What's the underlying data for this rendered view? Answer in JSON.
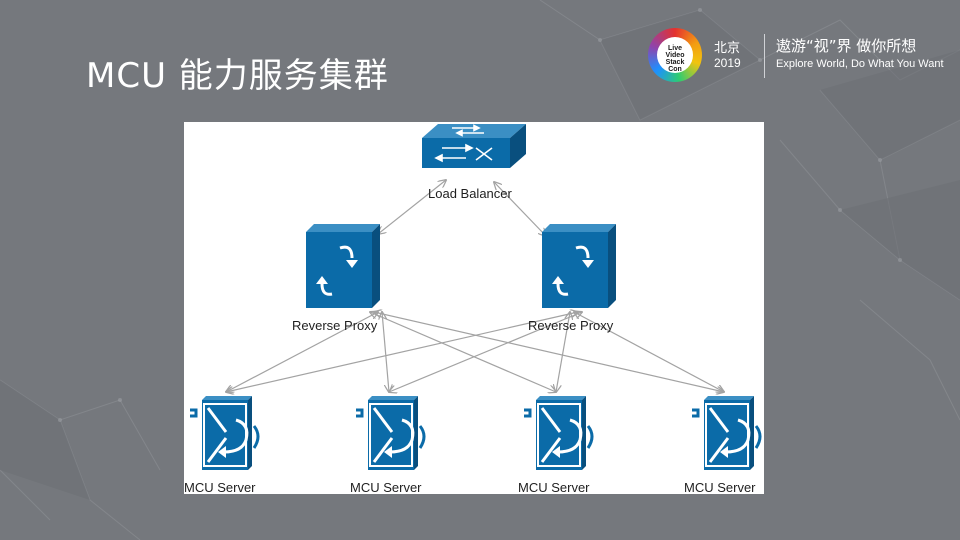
{
  "slide": {
    "title": "MCU 能力服务集群"
  },
  "branding": {
    "logo_text_line1": "Live Video",
    "logo_text_line2": "Stack Con",
    "logo_icon": "livevideo-stackcon-logo",
    "city": "北京",
    "year": "2019",
    "slogan_cn": "遨游“视”界  做你所想",
    "slogan_en": "Explore World, Do What You Want"
  },
  "diagram": {
    "nodes": {
      "load_balancer": {
        "label": "Load Balancer",
        "icon": "switch-icon"
      },
      "proxy_left": {
        "label": "Reverse Proxy",
        "icon": "reverse-proxy-icon"
      },
      "proxy_right": {
        "label": "Reverse Proxy",
        "icon": "reverse-proxy-icon"
      },
      "server_1": {
        "label": "MCU Server",
        "icon": "server-icon"
      },
      "server_2": {
        "label": "MCU Server",
        "icon": "server-icon"
      },
      "server_3": {
        "label": "MCU Server",
        "icon": "server-icon"
      },
      "server_4": {
        "label": "MCU Server",
        "icon": "server-icon"
      }
    },
    "edges": [
      [
        "load_balancer",
        "proxy_left"
      ],
      [
        "load_balancer",
        "proxy_right"
      ],
      [
        "proxy_left",
        "server_1"
      ],
      [
        "proxy_left",
        "server_2"
      ],
      [
        "proxy_left",
        "server_3"
      ],
      [
        "proxy_left",
        "server_4"
      ],
      [
        "proxy_right",
        "server_1"
      ],
      [
        "proxy_right",
        "server_2"
      ],
      [
        "proxy_right",
        "server_3"
      ],
      [
        "proxy_right",
        "server_4"
      ]
    ],
    "colors": {
      "icon_blue": "#0b6ba8",
      "icon_dark": "#094f7e",
      "edge": "#a3a3a3"
    }
  }
}
